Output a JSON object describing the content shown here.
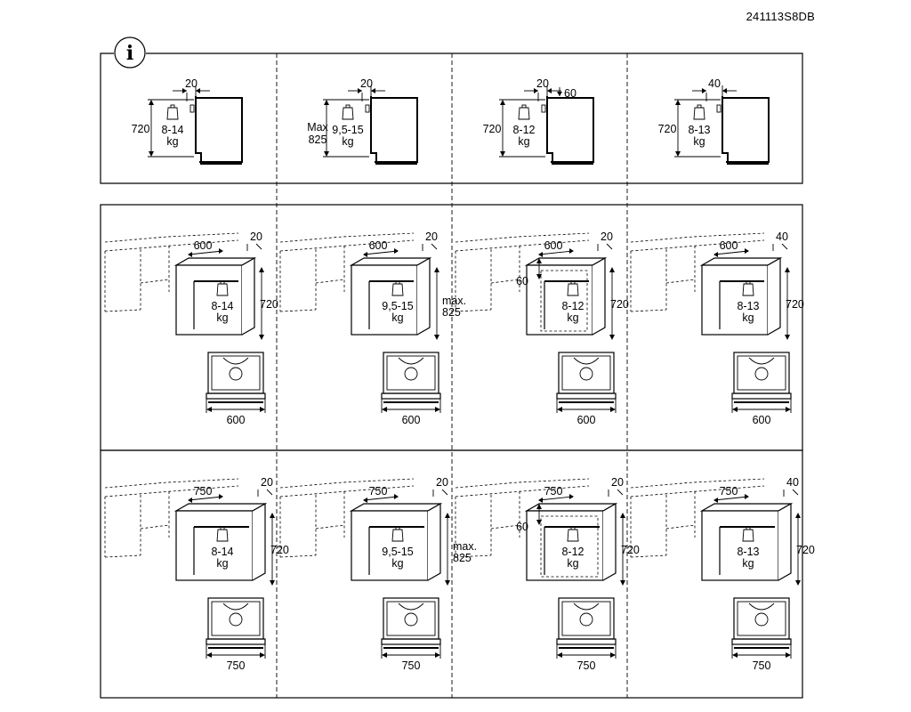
{
  "doc_code": "241113S8DB",
  "info_icon": "info-icon",
  "top_row": [
    {
      "gap": "20",
      "height": "720",
      "weight": "8-14",
      "unit": "kg"
    },
    {
      "gap": "20",
      "height_prefix": "Max",
      "height": "825",
      "weight": "9,5-15",
      "unit": "kg"
    },
    {
      "gap": "20",
      "drop": "60",
      "height": "720",
      "weight": "8-12",
      "unit": "kg"
    },
    {
      "gap": "40",
      "height": "720",
      "weight": "8-13",
      "unit": "kg"
    }
  ],
  "rows": [
    {
      "niche": "600",
      "cells": [
        {
          "gap": "20",
          "height": "720",
          "weight": "8-14",
          "unit": "kg",
          "width": "600"
        },
        {
          "gap": "20",
          "height_prefix": "max.",
          "height": "825",
          "weight": "9,5-15",
          "unit": "kg",
          "width": "600"
        },
        {
          "gap": "20",
          "drop": "60",
          "height": "720",
          "weight": "8-12",
          "unit": "kg",
          "width": "600"
        },
        {
          "gap": "40",
          "height": "720",
          "weight": "8-13",
          "unit": "kg",
          "width": "600"
        }
      ]
    },
    {
      "niche": "750",
      "cells": [
        {
          "gap": "20",
          "height": "720",
          "weight": "8-14",
          "unit": "kg",
          "width": "750"
        },
        {
          "gap": "20",
          "height_prefix": "max.",
          "height": "825",
          "weight": "9,5-15",
          "unit": "kg",
          "width": "750"
        },
        {
          "gap": "20",
          "drop": "60",
          "height": "720",
          "weight": "8-12",
          "unit": "kg",
          "width": "750"
        },
        {
          "gap": "40",
          "height": "720",
          "weight": "8-13",
          "unit": "kg",
          "width": "750"
        }
      ]
    }
  ]
}
